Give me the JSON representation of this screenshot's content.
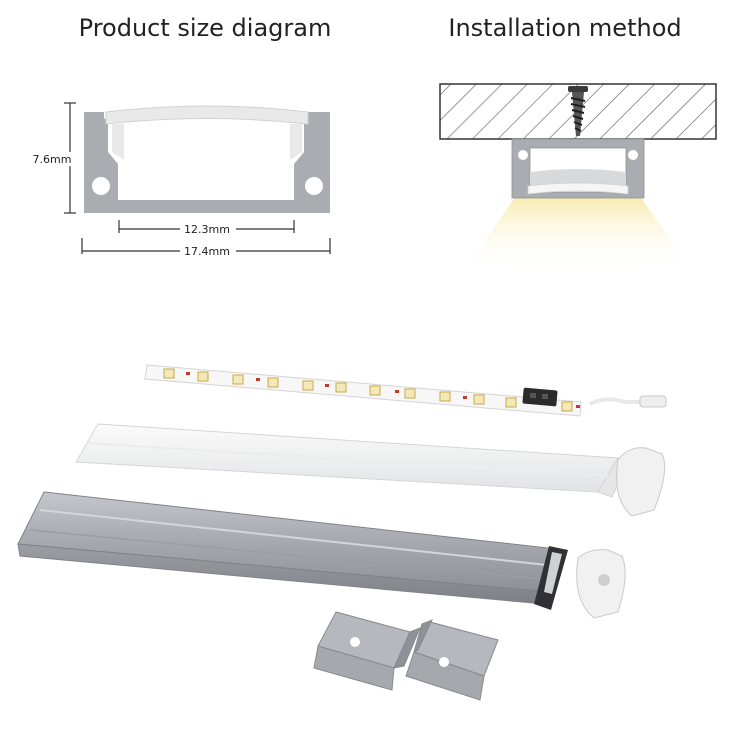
{
  "headings": {
    "size_diagram": "Product size diagram",
    "installation": "Installation method"
  },
  "dimensions": {
    "height": "7.6mm",
    "inner_width": "12.3mm",
    "outer_width": "17.4mm"
  },
  "colors": {
    "aluminum": "#a9adb2",
    "diffuser": "#f1f1f1",
    "light_glow": "#fbf2c8"
  }
}
